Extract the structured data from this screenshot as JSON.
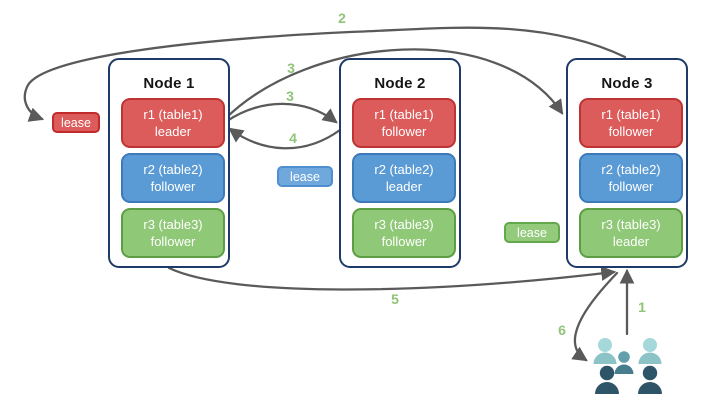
{
  "nodes": [
    {
      "title": "Node 1",
      "replicas": [
        {
          "name": "r1 (table1)",
          "role": "leader",
          "color": "#DC5B5B"
        },
        {
          "name": "r2 (table2)",
          "role": "follower",
          "color": "#5B9BD5"
        },
        {
          "name": "r3 (table3)",
          "role": "follower",
          "color": "#8FC877"
        }
      ]
    },
    {
      "title": "Node 2",
      "replicas": [
        {
          "name": "r1 (table1)",
          "role": "follower",
          "color": "#DC5B5B"
        },
        {
          "name": "r2 (table2)",
          "role": "leader",
          "color": "#5B9BD5"
        },
        {
          "name": "r3 (table3)",
          "role": "follower",
          "color": "#8FC877"
        }
      ]
    },
    {
      "title": "Node 3",
      "replicas": [
        {
          "name": "r1 (table1)",
          "role": "follower",
          "color": "#DC5B5B"
        },
        {
          "name": "r2 (table2)",
          "role": "follower",
          "color": "#5B9BD5"
        },
        {
          "name": "r3 (table3)",
          "role": "leader",
          "color": "#8FC877"
        }
      ]
    }
  ],
  "leases": [
    {
      "label": "lease",
      "color": "#DC5B5B"
    },
    {
      "label": "lease",
      "color": "#6FA8DC"
    },
    {
      "label": "lease",
      "color": "#93CA7C"
    }
  ],
  "step_labels": {
    "s1": "1",
    "s2": "2",
    "s3a": "3",
    "s3b": "3",
    "s4": "4",
    "s5": "5",
    "s6": "6"
  },
  "icons": {
    "users": "group-of-users"
  },
  "colors": {
    "replica_red": "#DC5B5B",
    "replica_red_border": "#BE3434",
    "replica_blue": "#5B9BD5",
    "replica_blue_border": "#3D7AB9",
    "replica_green": "#8FC877",
    "replica_green_border": "#5C9E43",
    "node_border": "#1F3A68",
    "arrow": "#5A5A5A",
    "step_label": "#90C478",
    "users_light": "#A4D8DA",
    "users_light_body": "#8BC3C7",
    "users_mid_head": "#63A0AC",
    "users_mid_body": "#487D8D",
    "users_dark": "#2E5467"
  }
}
